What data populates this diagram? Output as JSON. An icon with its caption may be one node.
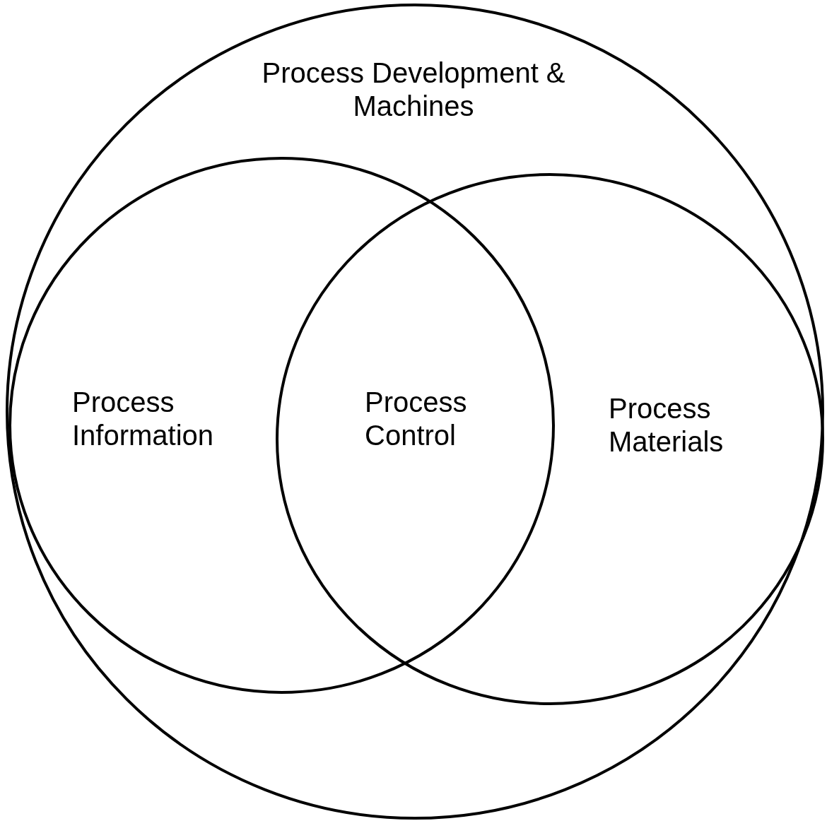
{
  "diagram": {
    "nodes": [
      {
        "text": [
          "Process Development & Machines"
        ]
      },
      {
        "text": [
          "Process Information"
        ],
        "in": 0
      },
      {
        "text": [
          "Process Materials"
        ],
        "in": 0
      }
    ],
    "labels": [
      "Process Control"
    ]
  }
}
